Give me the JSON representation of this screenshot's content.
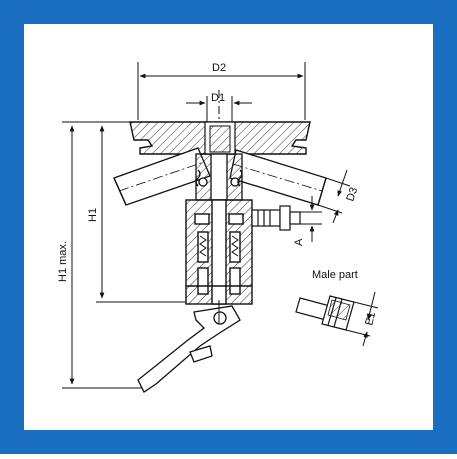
{
  "frame": {
    "border_color": "#1a6fc0",
    "background": "#ffffff"
  },
  "labels": {
    "d2": "D2",
    "d1": "D1",
    "d3": "D3",
    "h1": "H1",
    "h1max": "H1 max.",
    "a": "A",
    "male_part": "Male part",
    "e1": "E1"
  }
}
